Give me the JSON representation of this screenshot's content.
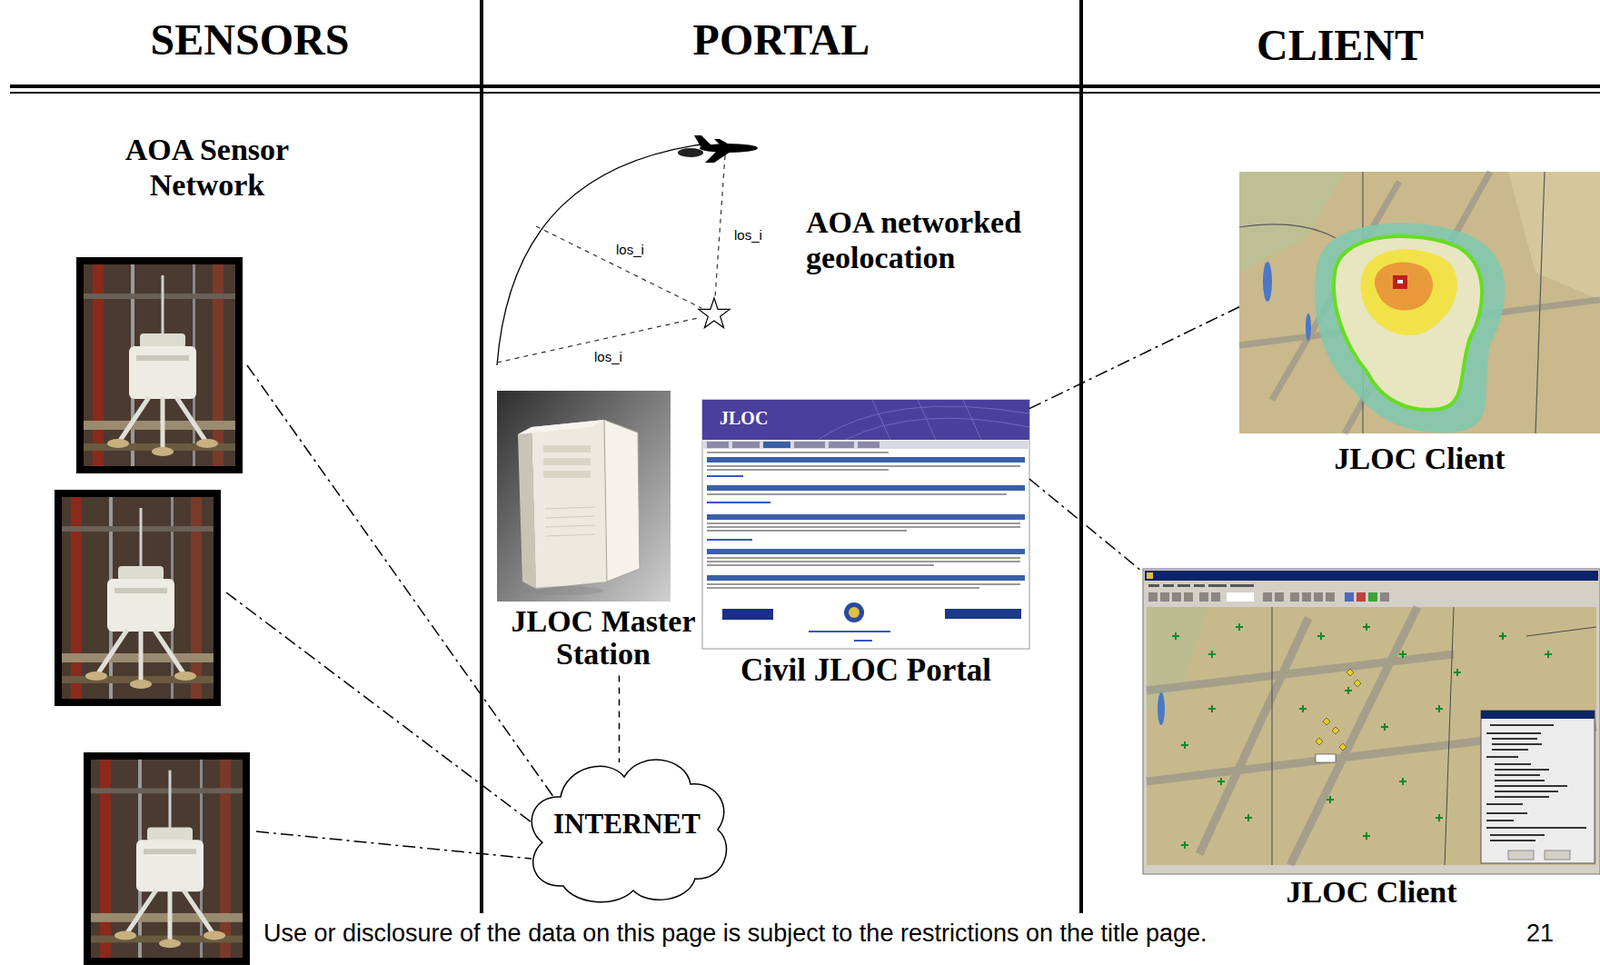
{
  "diagram": {
    "nodes": [
      {
        "text": [
          "JLOC Master Station"
        ]
      },
      {
        "text": [
          "Civil JLOC Portal"
        ]
      },
      {
        "text": [
          "INTERNET"
        ]
      },
      {
        "text": [
          "JLOC Client"
        ]
      },
      {
        "text": [
          "JLOC Client"
        ]
      }
    ],
    "edges": [
      {
        "from": 0,
        "to": 2,
        "arrow": "none"
      },
      {
        "from": 1,
        "to": 3,
        "arrow": "none"
      },
      {
        "from": 1,
        "to": 4,
        "arrow": "none"
      }
    ],
    "labels": [
      "SENSORS",
      "PORTAL",
      "CLIENT",
      "AOA Sensor Network",
      "AOA networked geolocation",
      "los_i",
      "los_i",
      "los_i",
      "JLOC",
      "Use or disclosure of the data on this page is subject to the restrictions on the title page.",
      "21"
    ]
  }
}
